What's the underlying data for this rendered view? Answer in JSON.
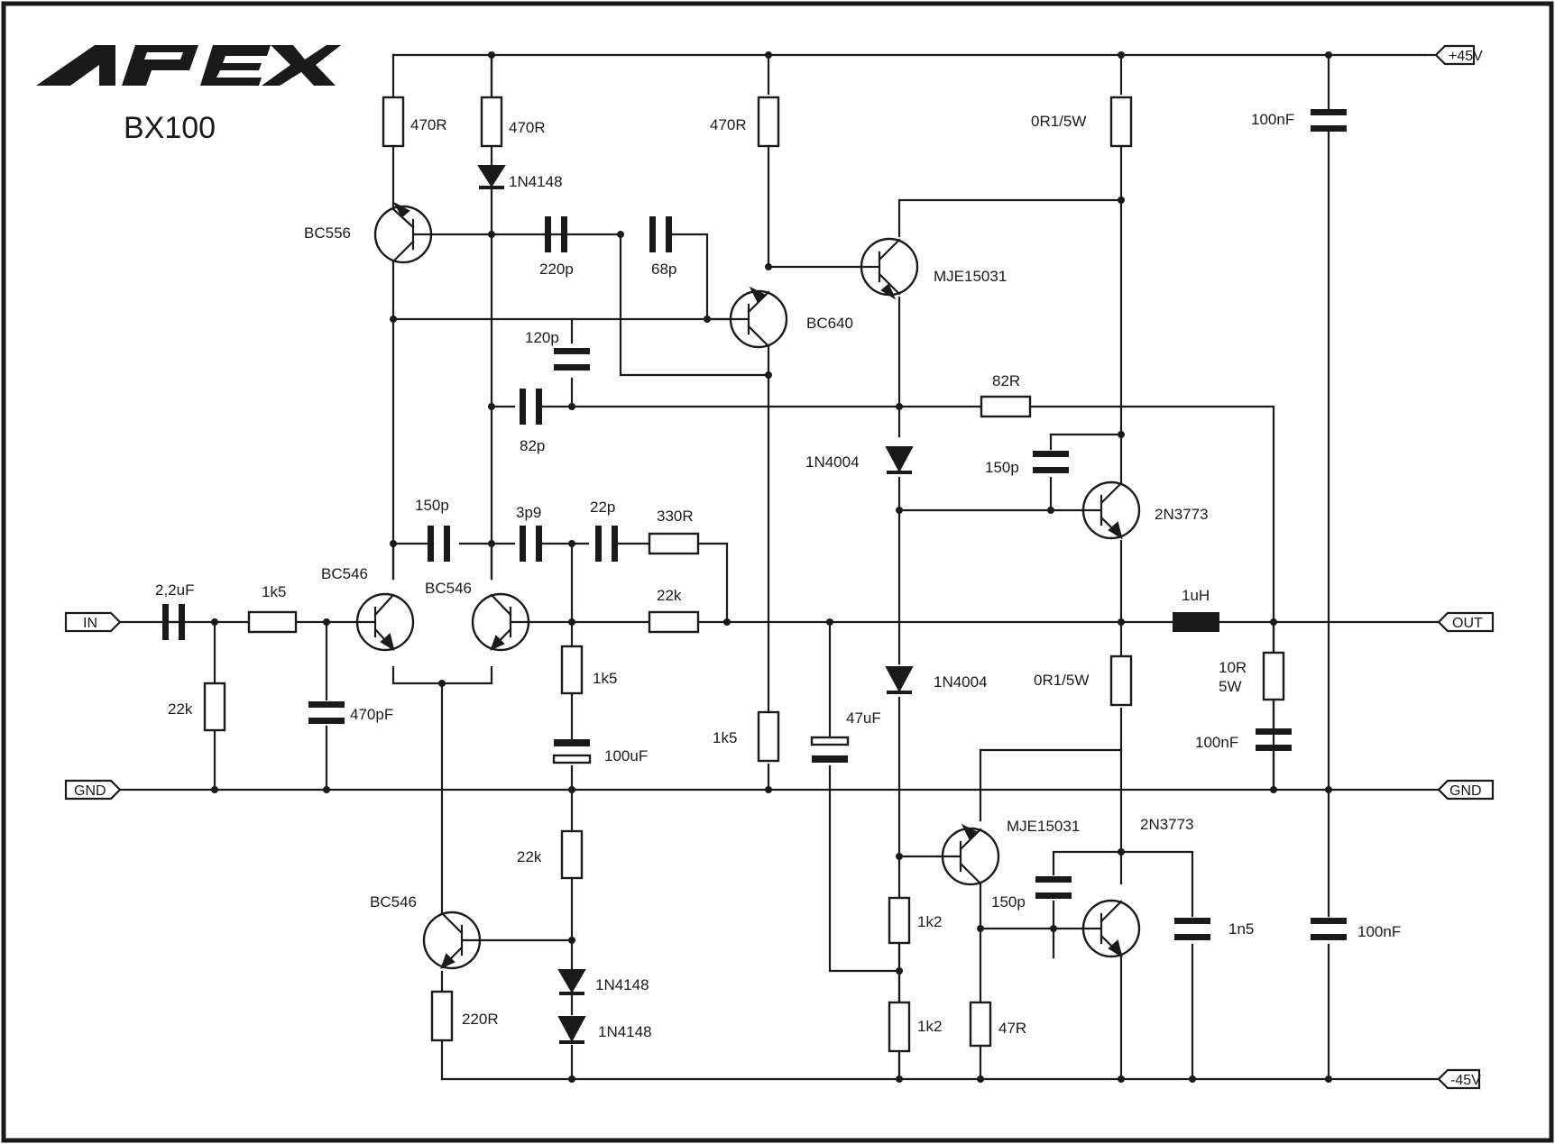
{
  "brand": {
    "logo": "APEX",
    "model": "BX100"
  },
  "ports": {
    "supply_pos": "+45V",
    "supply_neg": "-45V",
    "input": "IN",
    "output": "OUT",
    "gnd_left": "GND",
    "gnd_right": "GND"
  },
  "resistors": {
    "r_in_series": "1k5",
    "r_in_shunt": "22k",
    "r_vas_top_left": "470R",
    "r_diode_top": "470R",
    "r_vas_load": "470R",
    "r_emitter_top": "0R1/5W",
    "r_feedback_82r": "82R",
    "r_fb_330r": "330R",
    "r_fb_22k": "22k",
    "r_fb_1k5": "1k5",
    "r_bias_22k": "22k",
    "r_vas_bottom": "1k5",
    "r_emitter_bottom": "0R1/5W",
    "r_zobel": "10R",
    "r_zobel_power": "5W",
    "r_cs_emitter": "220R",
    "r_low_1k2a": "1k2",
    "r_low_1k2b": "1k2",
    "r_low_47r": "47R"
  },
  "capacitors": {
    "c_in": "2,2uF",
    "c_in_shunt": "470pF",
    "c_220p": "220p",
    "c_68p": "68p",
    "c_120p": "120p",
    "c_82p": "82p",
    "c_150p_mid": "150p",
    "c_3p9": "3p9",
    "c_22p": "22p",
    "c_100uF": "100uF",
    "c_47uF": "47uF",
    "c_150p_top_out": "150p",
    "c_150p_bot_out": "150p",
    "c_1n5": "1n5",
    "c_100nF_rail_top": "100nF",
    "c_100nF_rail_bot": "100nF",
    "c_100nF_zobel": "100nF"
  },
  "inductor": {
    "l_out": "1uH"
  },
  "diodes": {
    "d_top": "1N4148",
    "d_bias_a": "1N4148",
    "d_bias_b": "1N4148",
    "d_out_a": "1N4004",
    "d_out_b": "1N4004"
  },
  "transistors": {
    "q_bc556": "BC556",
    "q_bc546_left": "BC546",
    "q_bc546_right": "BC546",
    "q_bc546_cs": "BC546",
    "q_bc640": "BC640",
    "q_mje_top": "MJE15031",
    "q_mje_bot": "MJE15031",
    "q_2n_top": "2N3773",
    "q_2n_bot": "2N3773"
  }
}
